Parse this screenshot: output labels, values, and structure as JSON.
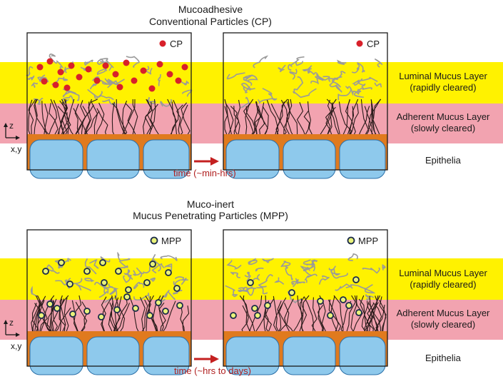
{
  "top_section": {
    "title_line1": "Mucoadhesive",
    "title_line2": "Conventional Particles (CP)",
    "legend_left": "CP",
    "legend_right": "CP",
    "time_label": "time (~min-hrs)",
    "luminal_label_1": "Luminal Mucus Layer",
    "luminal_label_2": "(rapidly cleared)",
    "adherent_label_1": "Adherent Mucus Layer",
    "adherent_label_2": "(slowly cleared)",
    "epithelia_label": "Epithelia",
    "axis_z": "z",
    "axis_xy": "x,y"
  },
  "bottom_section": {
    "title_line1": "Muco-inert",
    "title_line2": "Mucus Penetrating Particles (MPP)",
    "legend_left": "MPP",
    "legend_right": "MPP",
    "time_label": "time (~hrs to days)",
    "luminal_label_1": "Luminal Mucus Layer",
    "luminal_label_2": "(rapidly cleared)",
    "adherent_label_1": "Adherent Mucus Layer",
    "adherent_label_2": "(slowly cleared)",
    "epithelia_label": "Epithelia",
    "axis_z": "z",
    "axis_xy": "x,y"
  },
  "colors": {
    "luminal": "#fff200",
    "adherent": "#f2a3b0",
    "cell": "#8ec9ec",
    "cell_border": "#2a6fa8",
    "cell_gap": "#e07a1e",
    "cp_particle": "#d8202a",
    "mpp_fill": "#e9f27a",
    "mpp_stroke": "#1a2a4a",
    "arrow": "#c42020",
    "fiber_luminal": "#9a9a9a",
    "fiber_adherent": "#2a1a1a"
  }
}
